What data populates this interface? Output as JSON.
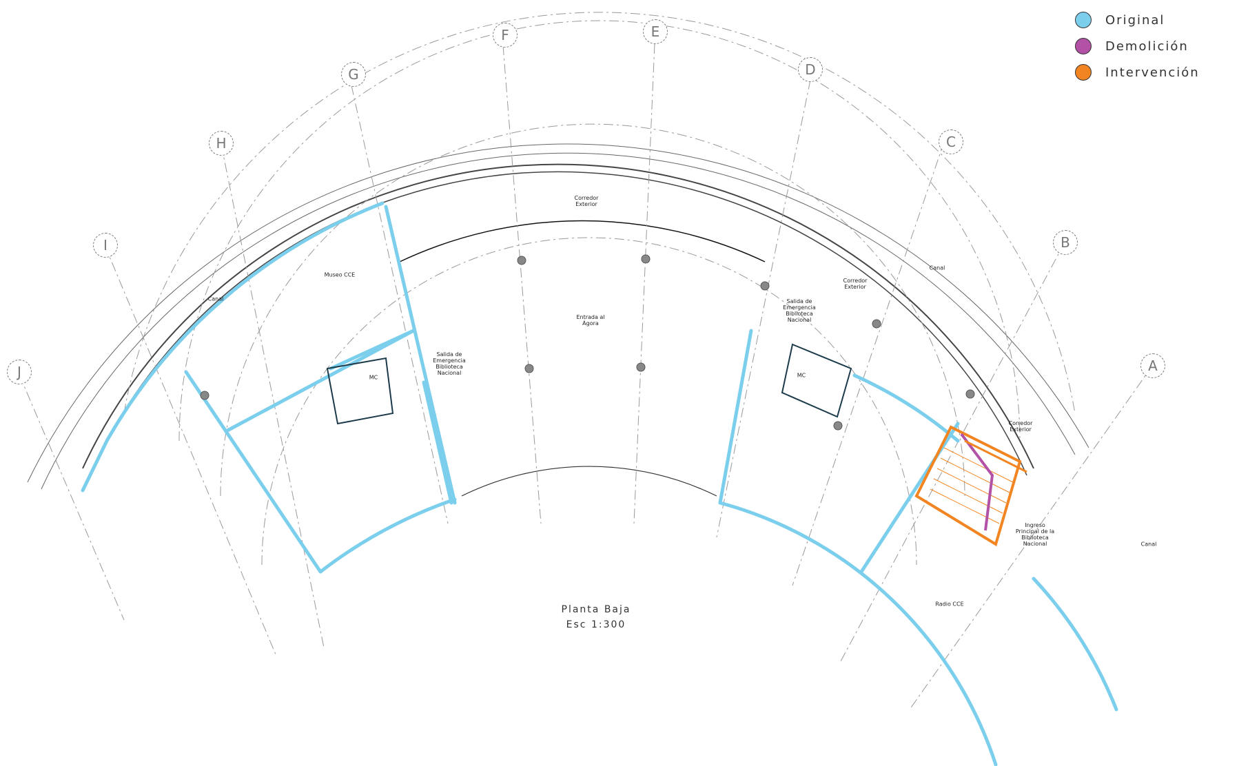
{
  "legend": [
    {
      "label": "Original",
      "color": "#7ccfec"
    },
    {
      "label": "Demolición",
      "color": "#b251a6"
    },
    {
      "label": "Intervención",
      "color": "#f28522"
    }
  ],
  "title": {
    "line1": "Planta Baja",
    "line2": "Esc 1:300"
  },
  "axes": [
    "A",
    "B",
    "C",
    "D",
    "E",
    "F",
    "G",
    "H",
    "I",
    "J"
  ],
  "rooms": {
    "corredor_center": "Corredor\nExterior",
    "entrada_agora": "Entrada al\nÁgora",
    "museo": "Museo CCE",
    "salida_left": "Salida de\nEmergencia\nBiblioteca\nNacional",
    "salida_right": "Salida de\nEmergencia\nBiblioteca\nNacional",
    "corredor_right": "Corredor\nExterior",
    "corredor_far_right": "Corredor\nExterior",
    "ingreso": "Ingreso\nPrincipal de la\nBiblioteca\nNacional",
    "radio": "Radio CCE",
    "canal_left": "Canal",
    "canal_right": "Canal",
    "canal_far_right": "Canal",
    "mc_left": "MC",
    "mc_right": "MC"
  },
  "palette": {
    "line": "#555555",
    "original": "#7ccfec",
    "demolicion": "#b251a6",
    "intervencion": "#f28522"
  }
}
